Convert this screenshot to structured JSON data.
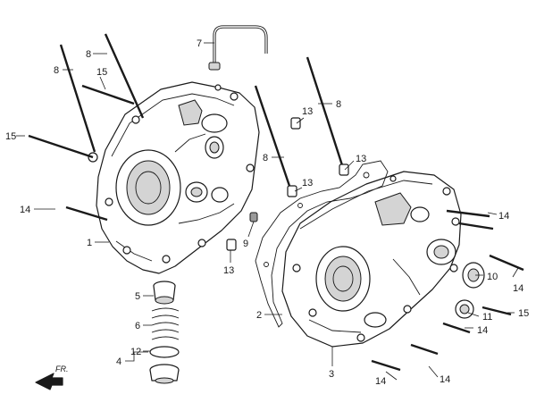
{
  "labels": {
    "p1": "1",
    "p2": "2",
    "p3": "3",
    "p4": "4",
    "p5": "5",
    "p6": "6",
    "p7": "7",
    "p8a": "8",
    "p8b": "8",
    "p8c": "8",
    "p8d": "8",
    "p9": "9",
    "p10": "10",
    "p11": "11",
    "p12": "12",
    "p13a": "13",
    "p13b": "13",
    "p13c": "13",
    "p13d": "13",
    "p14a": "14",
    "p14b": "14",
    "p14c": "14",
    "p14d": "14",
    "p14e": "14",
    "p14f": "14",
    "p15a": "15",
    "p15b": "15",
    "p15c": "15"
  },
  "direction_marker": "FR."
}
